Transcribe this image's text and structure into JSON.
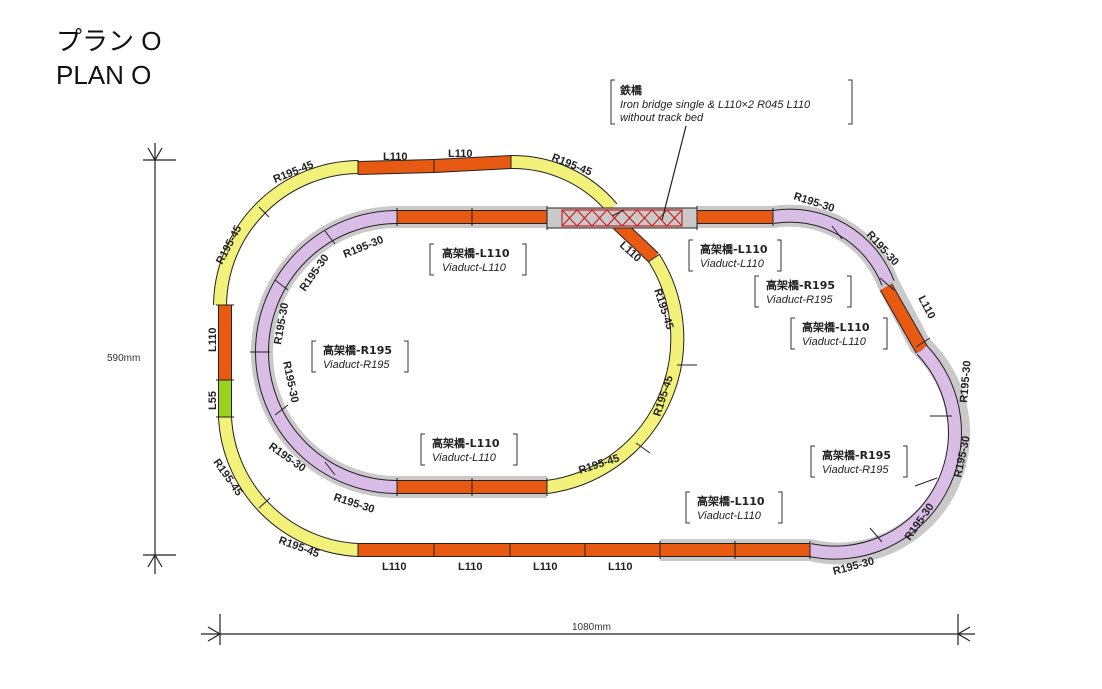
{
  "title": {
    "japanese": "プラン O",
    "english": "PLAN O"
  },
  "colors": {
    "straight": "#e85a12",
    "curve45": "#f2f27a",
    "viaduct_curve": "#d9bde6",
    "viaduct_bed": "#c9c9c9",
    "short": "#9bd11f",
    "bridge": "#cc2222",
    "outline": "#222222"
  },
  "dimensions": {
    "height": "590mm",
    "width": "1080mm"
  },
  "bridge_note": {
    "title": "鉄橋",
    "line1": "Iron bridge single & L110×2 R045 L110",
    "line2": "without track bed"
  },
  "viaducts": [
    {
      "jp": "高架橋-L110",
      "en": "Viaduct-L110"
    },
    {
      "jp": "高架橋-L110",
      "en": "Viaduct-L110"
    },
    {
      "jp": "高架橋-R195",
      "en": "Viaduct-R195"
    },
    {
      "jp": "高架橋-L110",
      "en": "Viaduct-L110"
    },
    {
      "jp": "高架橋-R195",
      "en": "Viaduct-R195"
    },
    {
      "jp": "高架橋-L110",
      "en": "Viaduct-L110"
    },
    {
      "jp": "高架橋-R195",
      "en": "Viaduct-R195"
    },
    {
      "jp": "高架橋-L110",
      "en": "Viaduct-L110"
    }
  ],
  "track_labels": {
    "top_l110_a": "L110",
    "top_l110_b": "L110",
    "outer_tl_curve": "R195-45",
    "outer_l_curve": "R195-45",
    "left_l110": "L110",
    "left_l55": "L55",
    "outer_bl_curve1": "R195-45",
    "outer_bl_curve2": "R195-45",
    "bottom_l110_1": "L110",
    "bottom_l110_2": "L110",
    "bottom_l110_3": "L110",
    "bottom_l110_4": "L110",
    "crossover_curve": "R195-45",
    "crossover_l110": "L110",
    "mid_curve1": "R195-45",
    "mid_curve2": "R195-45",
    "mid_curve3": "R195-45",
    "inner_l1": "R195-30",
    "inner_l2": "R195-30",
    "inner_l3": "R195-30",
    "inner_l4": "R195-30",
    "inner_l5": "R195-30",
    "inner_l6": "R195-30",
    "right_c1": "R195-30",
    "right_c2": "R195-30",
    "right_l110": "L110",
    "right_c3": "R195-30",
    "right_c4": "R195-30",
    "right_c5": "R195-30",
    "right_c6": "R195-30"
  }
}
